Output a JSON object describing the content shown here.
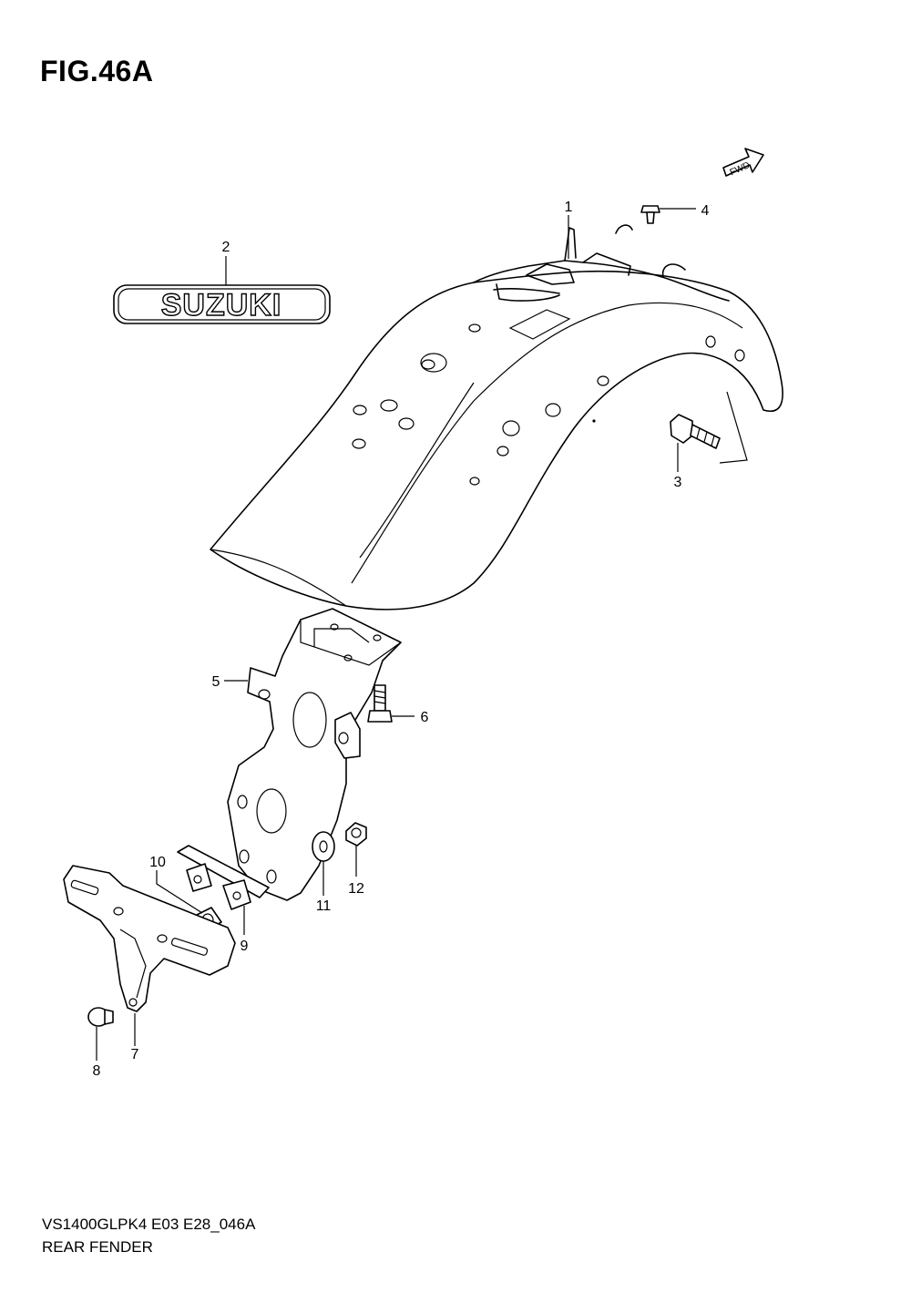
{
  "figure": {
    "title": "FIG.46A"
  },
  "emblem": {
    "text": "SUZUKI"
  },
  "direction": {
    "label": "FWD"
  },
  "callouts": [
    {
      "id": "1",
      "label": "1"
    },
    {
      "id": "2",
      "label": "2"
    },
    {
      "id": "3",
      "label": "3"
    },
    {
      "id": "4",
      "label": "4"
    },
    {
      "id": "5",
      "label": "5"
    },
    {
      "id": "6",
      "label": "6"
    },
    {
      "id": "7",
      "label": "7"
    },
    {
      "id": "8",
      "label": "8"
    },
    {
      "id": "9",
      "label": "9"
    },
    {
      "id": "10",
      "label": "10"
    },
    {
      "id": "11",
      "label": "11"
    },
    {
      "id": "12",
      "label": "12"
    }
  ],
  "footer": {
    "model_code": "VS1400GLPK4 E03 E28_046A",
    "section_name": "REAR FENDER"
  }
}
